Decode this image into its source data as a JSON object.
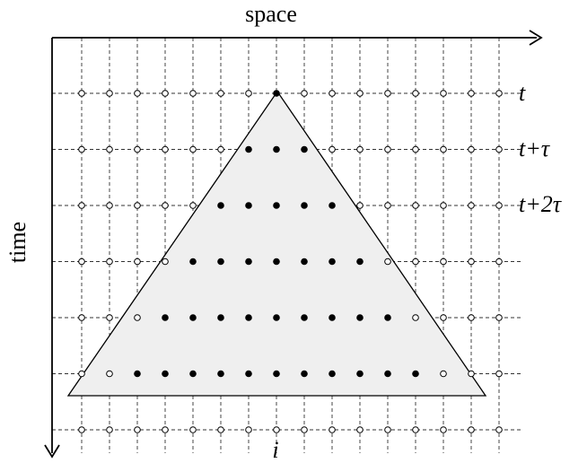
{
  "axes": {
    "space_label": "space",
    "time_label": "time",
    "index_label": "i"
  },
  "row_labels": [
    "t",
    "t+τ",
    "t+2τ"
  ],
  "lattice": {
    "columns": 16,
    "rows": 7,
    "apex_column": 7
  },
  "colors": {
    "triangle_fill": "#efefef",
    "line": "#000000",
    "grid_dash": "#333333",
    "filled_node": "#000000",
    "empty_node": "#ffffff"
  }
}
